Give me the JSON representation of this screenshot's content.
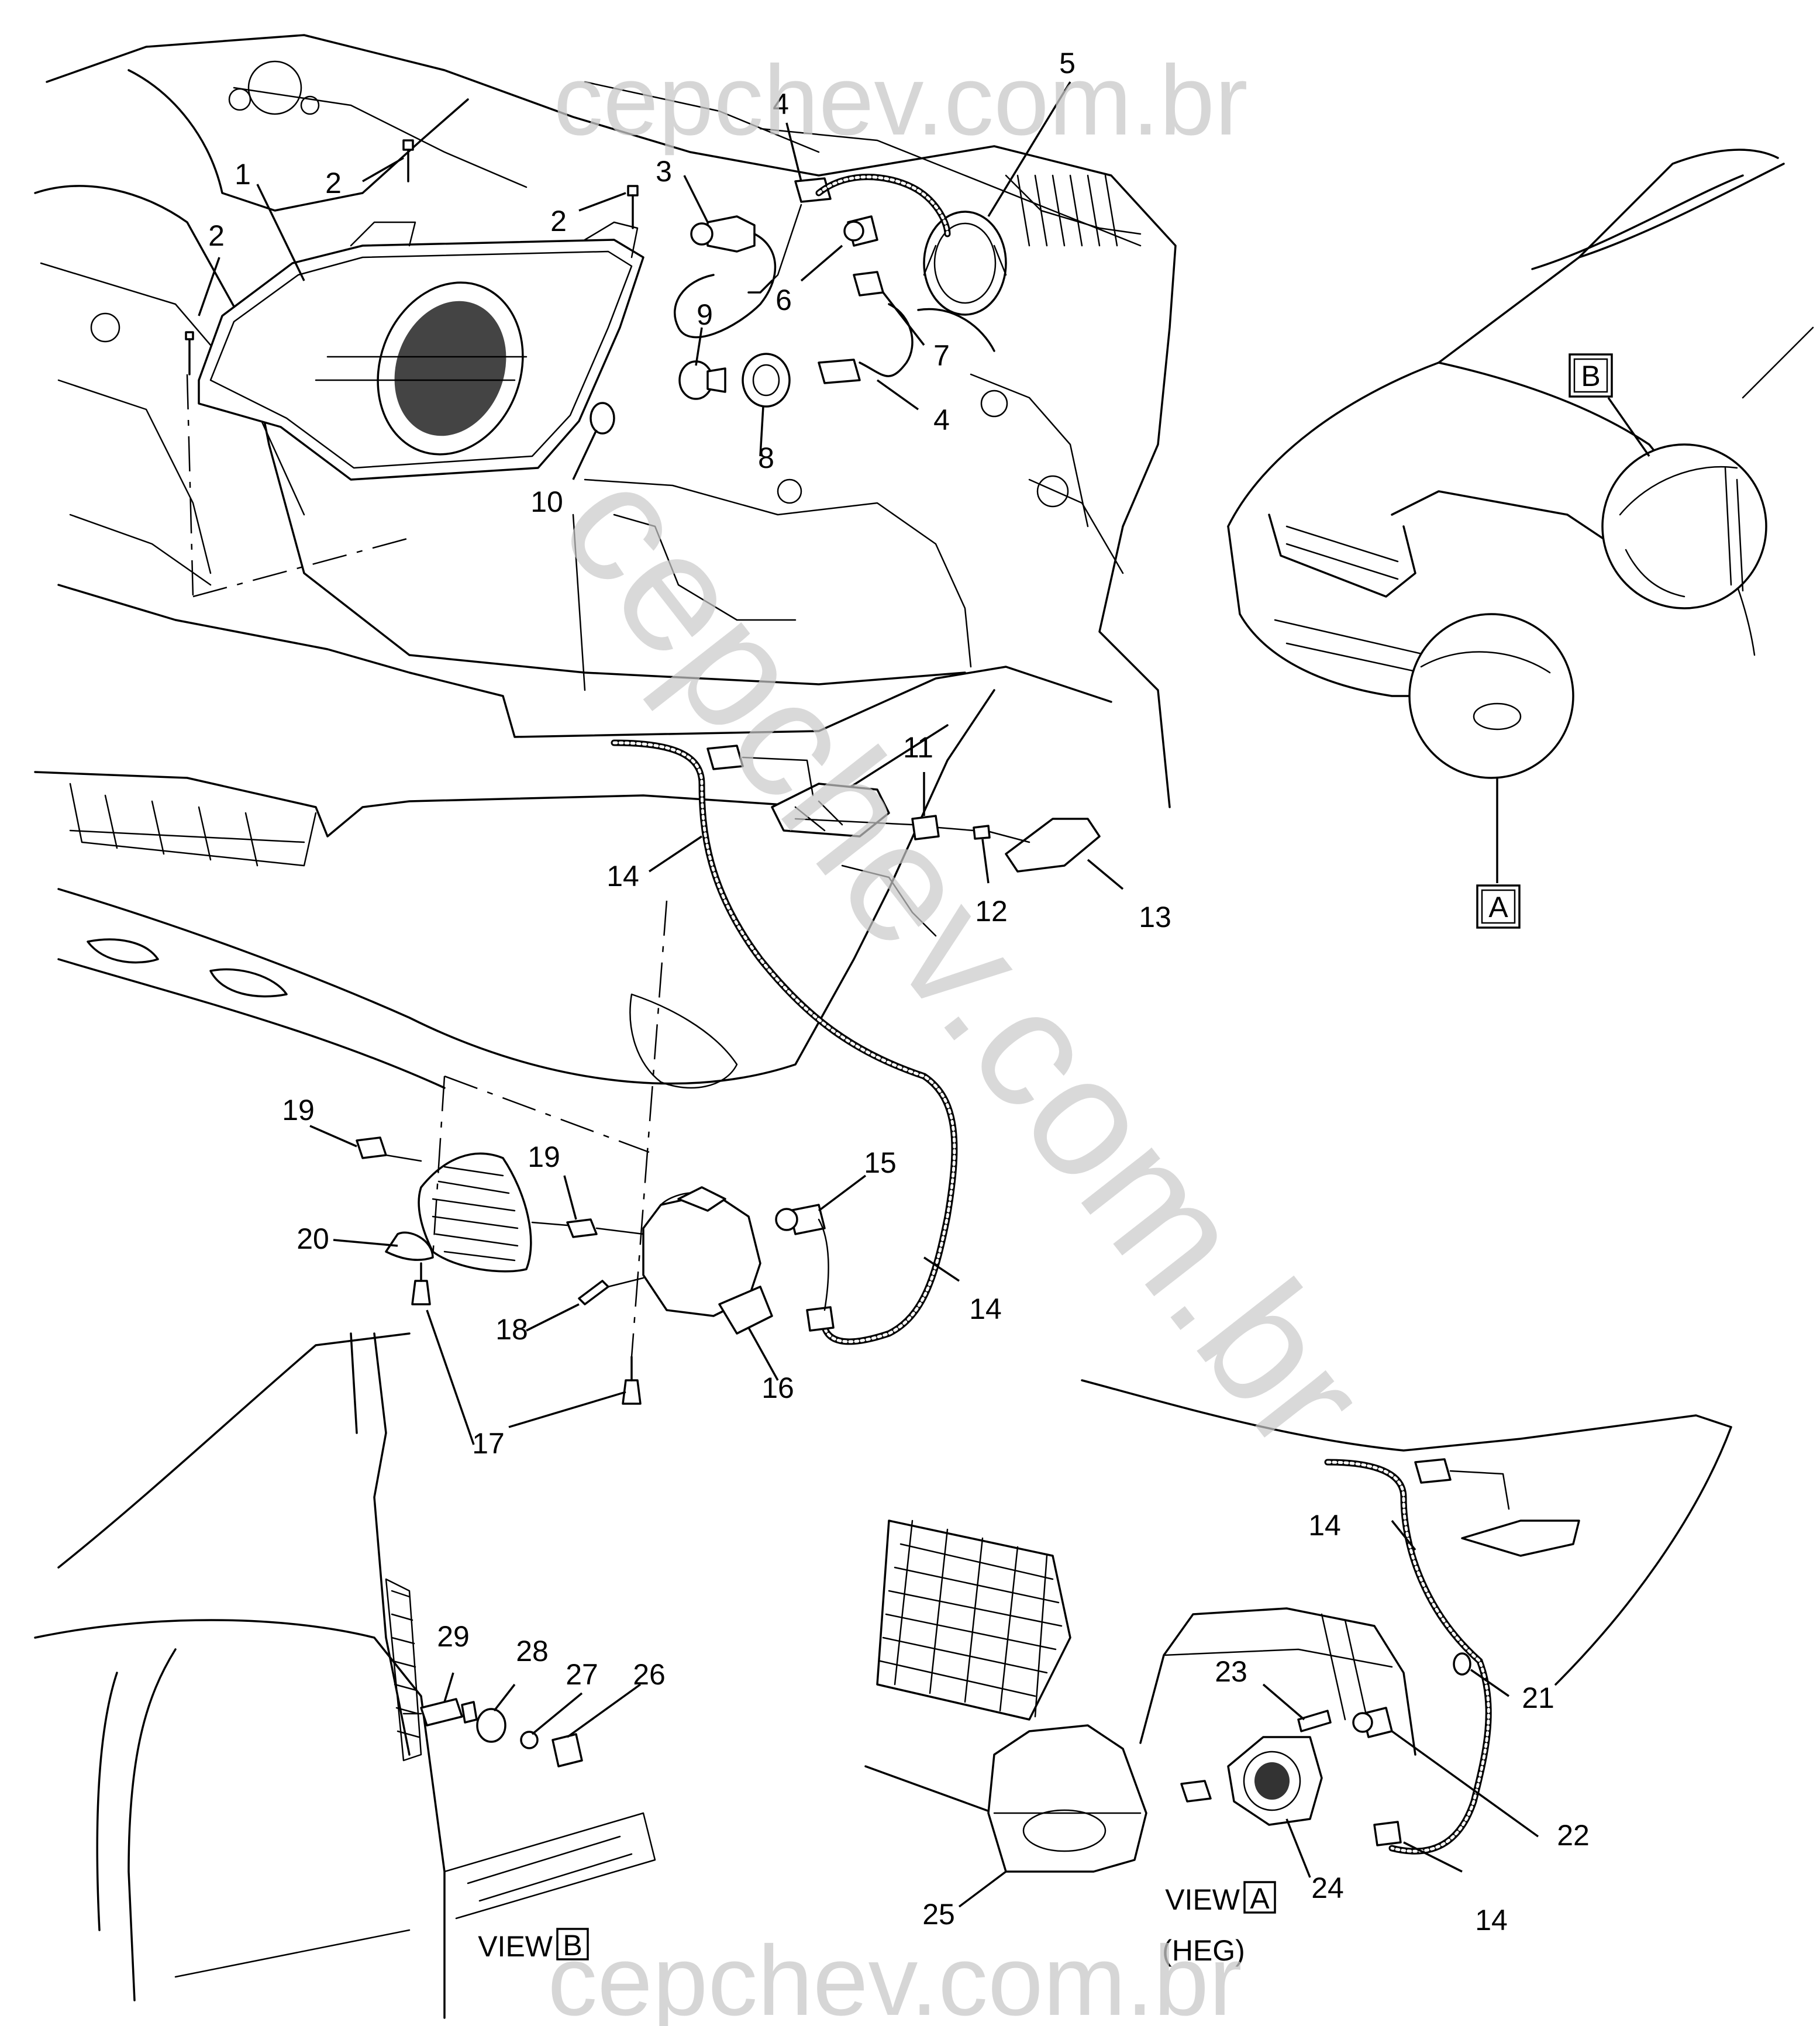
{
  "watermarks": {
    "top": "cepchev.com.br",
    "diagonal": "cepchev.com.br",
    "bottom": "cepchev.com.br"
  },
  "callouts": {
    "c1": "1",
    "c2a": "2",
    "c2b": "2",
    "c2c": "2",
    "c3": "3",
    "c4a": "4",
    "c4b": "4",
    "c5": "5",
    "c6": "6",
    "c7": "7",
    "c8": "8",
    "c9": "9",
    "c10": "10",
    "c11": "11",
    "c12": "12",
    "c13": "13",
    "c14a": "14",
    "c14b": "14",
    "c14c": "14",
    "c14d": "14",
    "c15": "15",
    "c16": "16",
    "c17": "17",
    "c18": "18",
    "c19a": "19",
    "c19b": "19",
    "c20": "20",
    "c21": "21",
    "c22": "22",
    "c23": "23",
    "c24": "24",
    "c25": "25",
    "c26": "26",
    "c27": "27",
    "c28": "28",
    "c29": "29"
  },
  "view_refs": {
    "B_box": "B",
    "A_box": "A",
    "view_b_word": "VIEW",
    "view_b_letter": "B",
    "view_a_word": "VIEW",
    "view_a_letter": "A",
    "view_a_note": "(HEG)"
  }
}
